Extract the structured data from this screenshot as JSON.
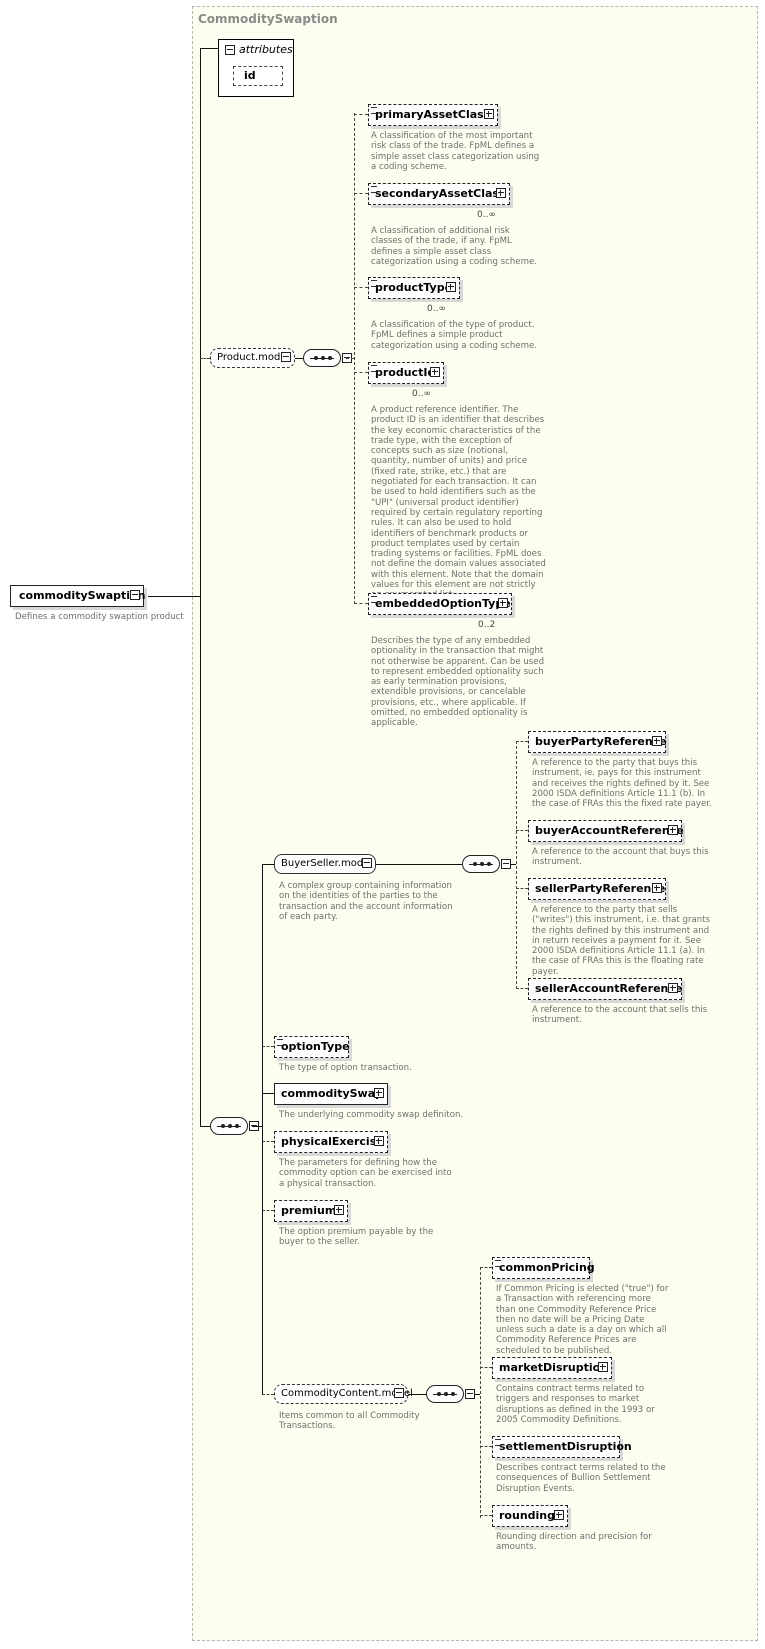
{
  "root": {
    "name": "commoditySwaption",
    "description": "Defines a commodity swaption product"
  },
  "complex_type": "CommoditySwaption",
  "attributes": {
    "header": "attributes",
    "items": [
      "id"
    ]
  },
  "product_model": {
    "name": "Product.model",
    "elements": [
      {
        "name": "primaryAssetClass",
        "cardinality": "",
        "description": "A classification of the most important risk class of the trade. FpML defines a simple asset class categorization using a coding scheme."
      },
      {
        "name": "secondaryAssetClass",
        "cardinality": "0..∞",
        "description": "A classification of additional risk classes of the trade, if any. FpML defines a simple asset class categorization using a coding scheme."
      },
      {
        "name": "productType",
        "cardinality": "0..∞",
        "description": "A classification of the type of product. FpML defines a simple product categorization using a coding scheme."
      },
      {
        "name": "productId",
        "cardinality": "0..∞",
        "description": "A product reference identifier. The product ID is an identifier that describes the key economic characteristics of the trade type, with the exception of concepts such as size (notional, quantity, number of units) and price (fixed rate, strike, etc.) that are negotiated for each transaction. It can be used to hold identifiers such as the \"UPI\" (universal product identifier) required by certain regulatory reporting rules. It can also be used to hold identifiers of benchmark products or product templates used by certain trading systems or facilities. FpML does not define the domain values associated with this element. Note that the domain values for this element are not strictly an enumerated list."
      },
      {
        "name": "embeddedOptionType",
        "cardinality": "0..2",
        "description": "Describes the type of any embedded optionality in the transaction that might not otherwise be apparent. Can be used to represent embedded optionality such as early termination provisions, extendible provisions, or cancelable provisions, etc., where applicable. If omitted, no embedded optionality is applicable."
      }
    ]
  },
  "buyer_seller_model": {
    "name": "BuyerSeller.model",
    "description": "A complex group containing information on the identities of the parties to the transaction and the account information of each party.",
    "elements": [
      {
        "name": "buyerPartyReference",
        "description": "A reference to the party that buys this instrument, ie. pays for this instrument and receives the rights defined by it. See 2000 ISDA definitions Article 11.1 (b). In the case of FRAs this the fixed rate payer."
      },
      {
        "name": "buyerAccountReference",
        "description": "A reference to the account that buys this instrument."
      },
      {
        "name": "sellerPartyReference",
        "description": "A reference to the party that sells (\"writes\") this instrument, i.e. that grants the rights defined by this instrument and in return receives a payment for it. See 2000 ISDA definitions Article 11.1 (a). In the case of FRAs this is the floating rate payer."
      },
      {
        "name": "sellerAccountReference",
        "description": "A reference to the account that sells this instrument."
      }
    ]
  },
  "main_elements": [
    {
      "name": "optionType",
      "description": "The type of option transaction."
    },
    {
      "name": "commoditySwap",
      "description": "The underlying commodity swap definiton."
    },
    {
      "name": "physicalExercise",
      "description": "The parameters for defining how the commodity option can be exercised into a physical transaction."
    },
    {
      "name": "premium",
      "description": "The option premium payable by the buyer to the seller."
    }
  ],
  "commodity_content_model": {
    "name": "CommodityContent.model",
    "description": "Items common to all Commodity Transactions.",
    "elements": [
      {
        "name": "commonPricing",
        "description": "If Common Pricing is elected (\"true\") for a Transaction with referencing more than one Commodity Reference Price then no date will be a Pricing Date unless such a date is a day on which all Commodity Reference Prices are scheduled to be published."
      },
      {
        "name": "marketDisruption",
        "description": "Contains contract terms related to triggers and responses to market disruptions as defined in the 1993 or 2005 Commodity Definitions."
      },
      {
        "name": "settlementDisruption",
        "description": "Describes contract terms related to the consequences of Bullion Settlement Disruption Events."
      },
      {
        "name": "rounding",
        "description": "Rounding direction and precision for amounts."
      }
    ]
  }
}
